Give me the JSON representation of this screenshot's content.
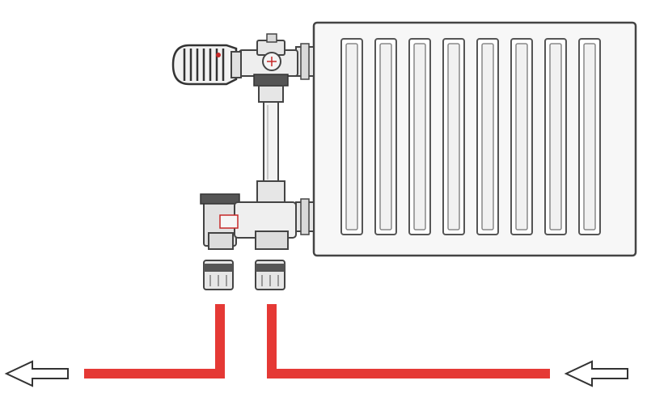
{
  "diagram": {
    "subject": "radiator-bottom-connection-with-thermostatic-valve",
    "colors": {
      "outline": "#444444",
      "panel_fill": "#f7f7f7",
      "metal_fill": "#e6e6e6",
      "dark_metal": "#555555",
      "pipe": "#e53935",
      "background": "#ffffff"
    },
    "radiator": {
      "fin_count": 8
    },
    "arrows": [
      {
        "name": "return-flow-arrow",
        "direction": "left"
      },
      {
        "name": "supply-flow-arrow",
        "direction": "left"
      }
    ],
    "icons": [
      "thermostatic-head-icon",
      "valve-body-icon",
      "nut-fitting-icon"
    ]
  }
}
